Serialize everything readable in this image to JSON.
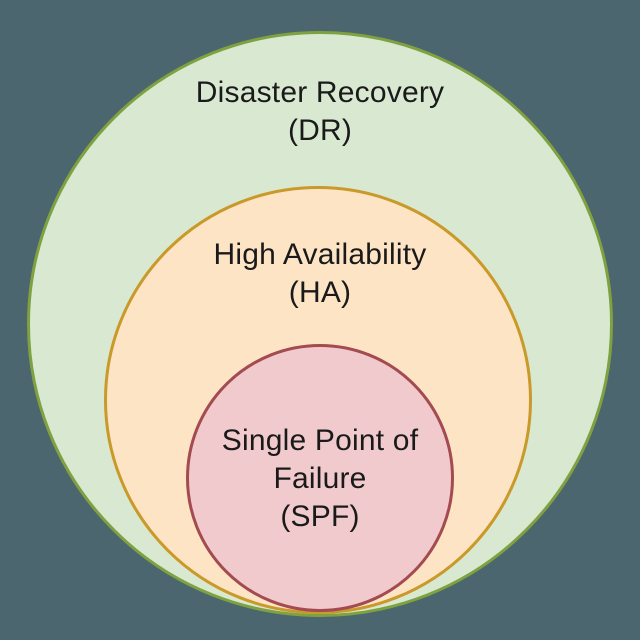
{
  "diagram": {
    "type": "nested-venn",
    "background": "#4c6670",
    "text_color": "#1a1a1a",
    "rings": [
      {
        "name": "Disaster Recovery (DR)",
        "lines": [
          "Disaster Recovery",
          "(DR)"
        ],
        "fill": "#d9e8d1",
        "border": "#7ea23f"
      },
      {
        "name": "High Availability (HA)",
        "lines": [
          "High Availability",
          "(HA)"
        ],
        "fill": "#fce4c5",
        "border": "#c9992a"
      },
      {
        "name": "Single Point of Failure (SPF)",
        "lines": [
          "Single Point of",
          "Failure",
          "(SPF)"
        ],
        "fill": "#f0cacc",
        "border": "#a34b50"
      }
    ]
  }
}
